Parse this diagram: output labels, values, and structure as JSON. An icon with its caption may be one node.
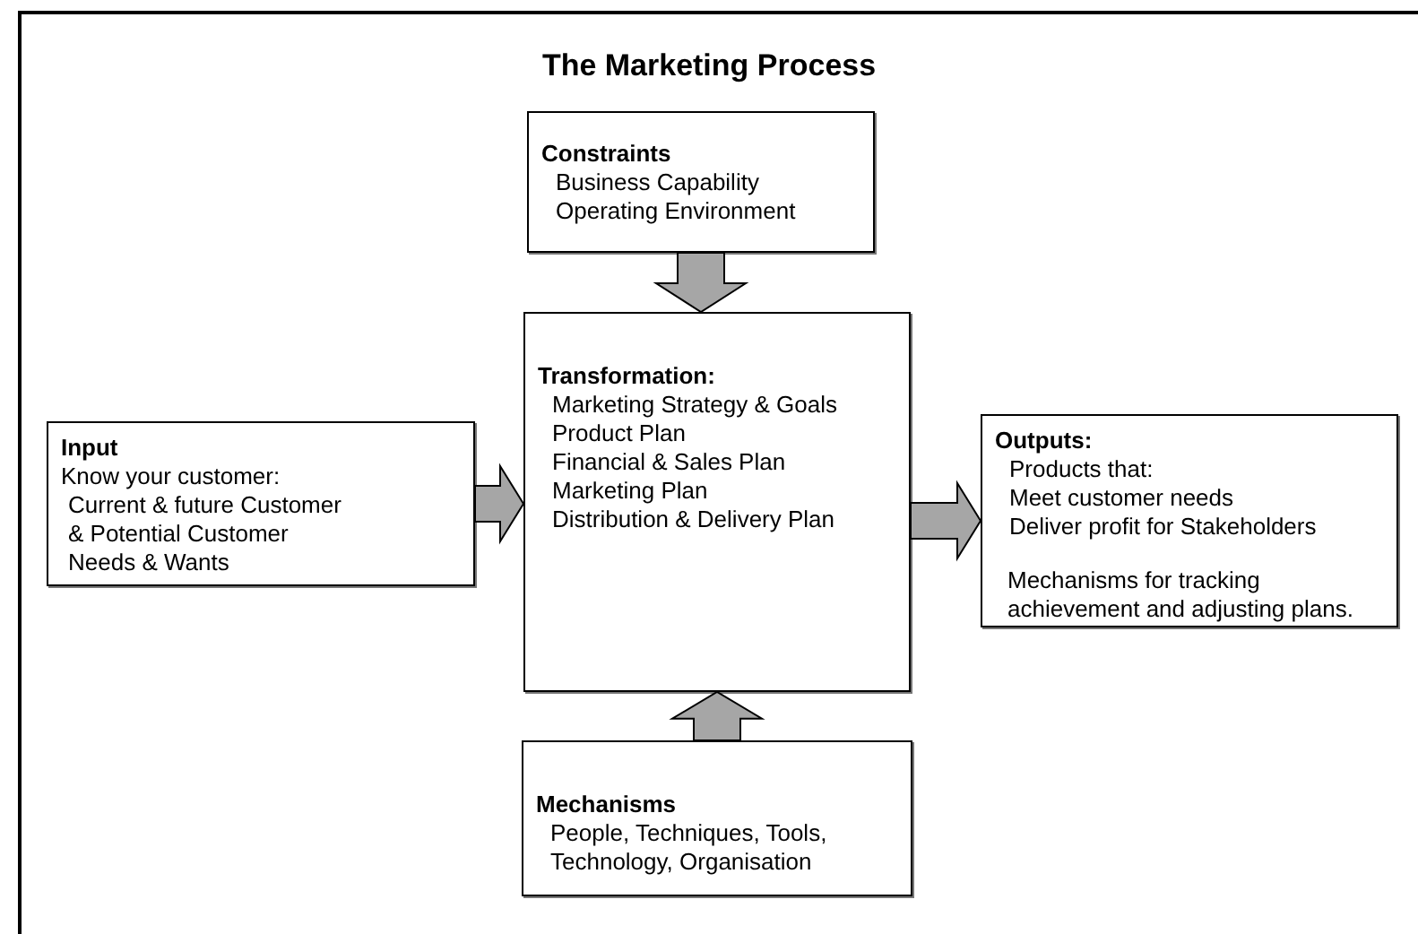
{
  "diagram": {
    "title": "The Marketing Process",
    "nodes": [
      {
        "text": [
          "Constraints",
          "Business Capability",
          "Operating Environment"
        ]
      },
      {
        "text": [
          "Input",
          "Know your customer:",
          "Current & future Customer",
          "& Potential Customer",
          "Needs & Wants"
        ]
      },
      {
        "text": [
          "Transformation:",
          "Marketing Strategy & Goals",
          "Product Plan",
          "Financial & Sales Plan",
          "Marketing Plan",
          "Distribution & Delivery Plan"
        ]
      },
      {
        "text": [
          "Outputs:",
          "Products that:",
          "Meet customer needs",
          "Deliver profit for Stakeholders",
          "Mechanisms for tracking achievement and adjusting plans."
        ]
      },
      {
        "text": [
          "Mechanisms",
          "People, Techniques, Tools, Technology, Organisation"
        ]
      }
    ],
    "edges": [
      {
        "from": 0,
        "to": 2,
        "arrow": "to"
      },
      {
        "from": 1,
        "to": 2,
        "arrow": "to"
      },
      {
        "from": 2,
        "to": 3,
        "arrow": "to"
      },
      {
        "from": 4,
        "to": 2,
        "arrow": "to"
      }
    ]
  }
}
